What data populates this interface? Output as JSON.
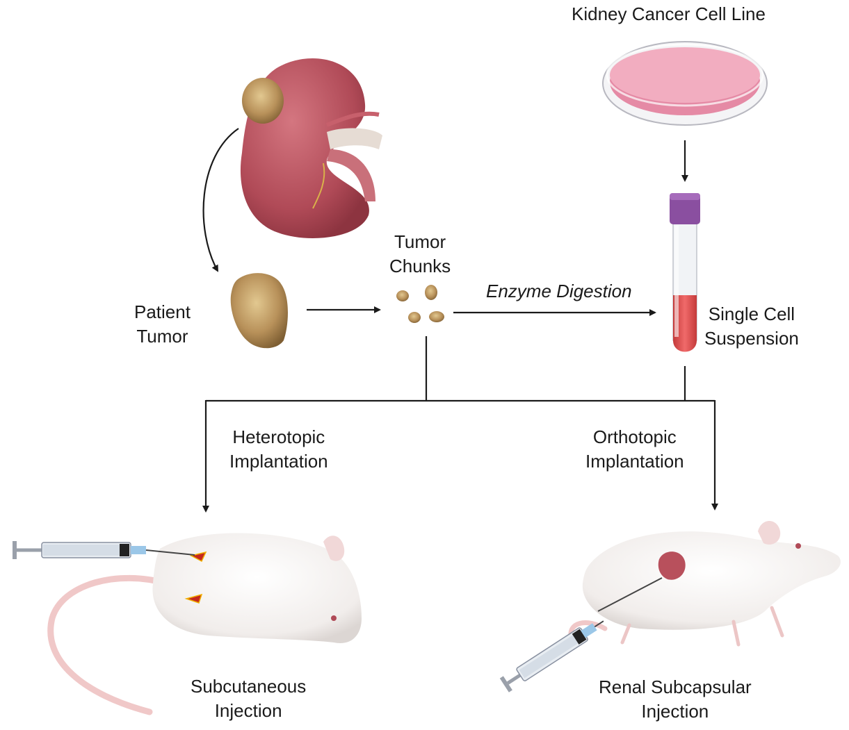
{
  "labels": {
    "cell_line": "Kidney Cancer Cell Line",
    "patient_tumor": [
      "Patient",
      "Tumor"
    ],
    "tumor_chunks": [
      "Tumor",
      "Chunks"
    ],
    "enzyme_digestion": "Enzyme Digestion",
    "single_cell": [
      "Single Cell",
      "Suspension"
    ],
    "heterotopic": [
      "Heterotopic",
      "Implantation"
    ],
    "orthotopic": [
      "Orthotopic",
      "Implantation"
    ],
    "subcutaneous": [
      "Subcutaneous",
      "Injection"
    ],
    "renal": [
      "Renal Subcapsular",
      "Injection"
    ]
  },
  "colors": {
    "kidney": "#b8505c",
    "tumor": "#c9a66b",
    "dish": "#e79ab0",
    "tube_cap": "#8a4fa0",
    "tube_fluid": "#e04a4a",
    "mouse": "#f3f0ee",
    "arrow": "#1a1a1a"
  }
}
